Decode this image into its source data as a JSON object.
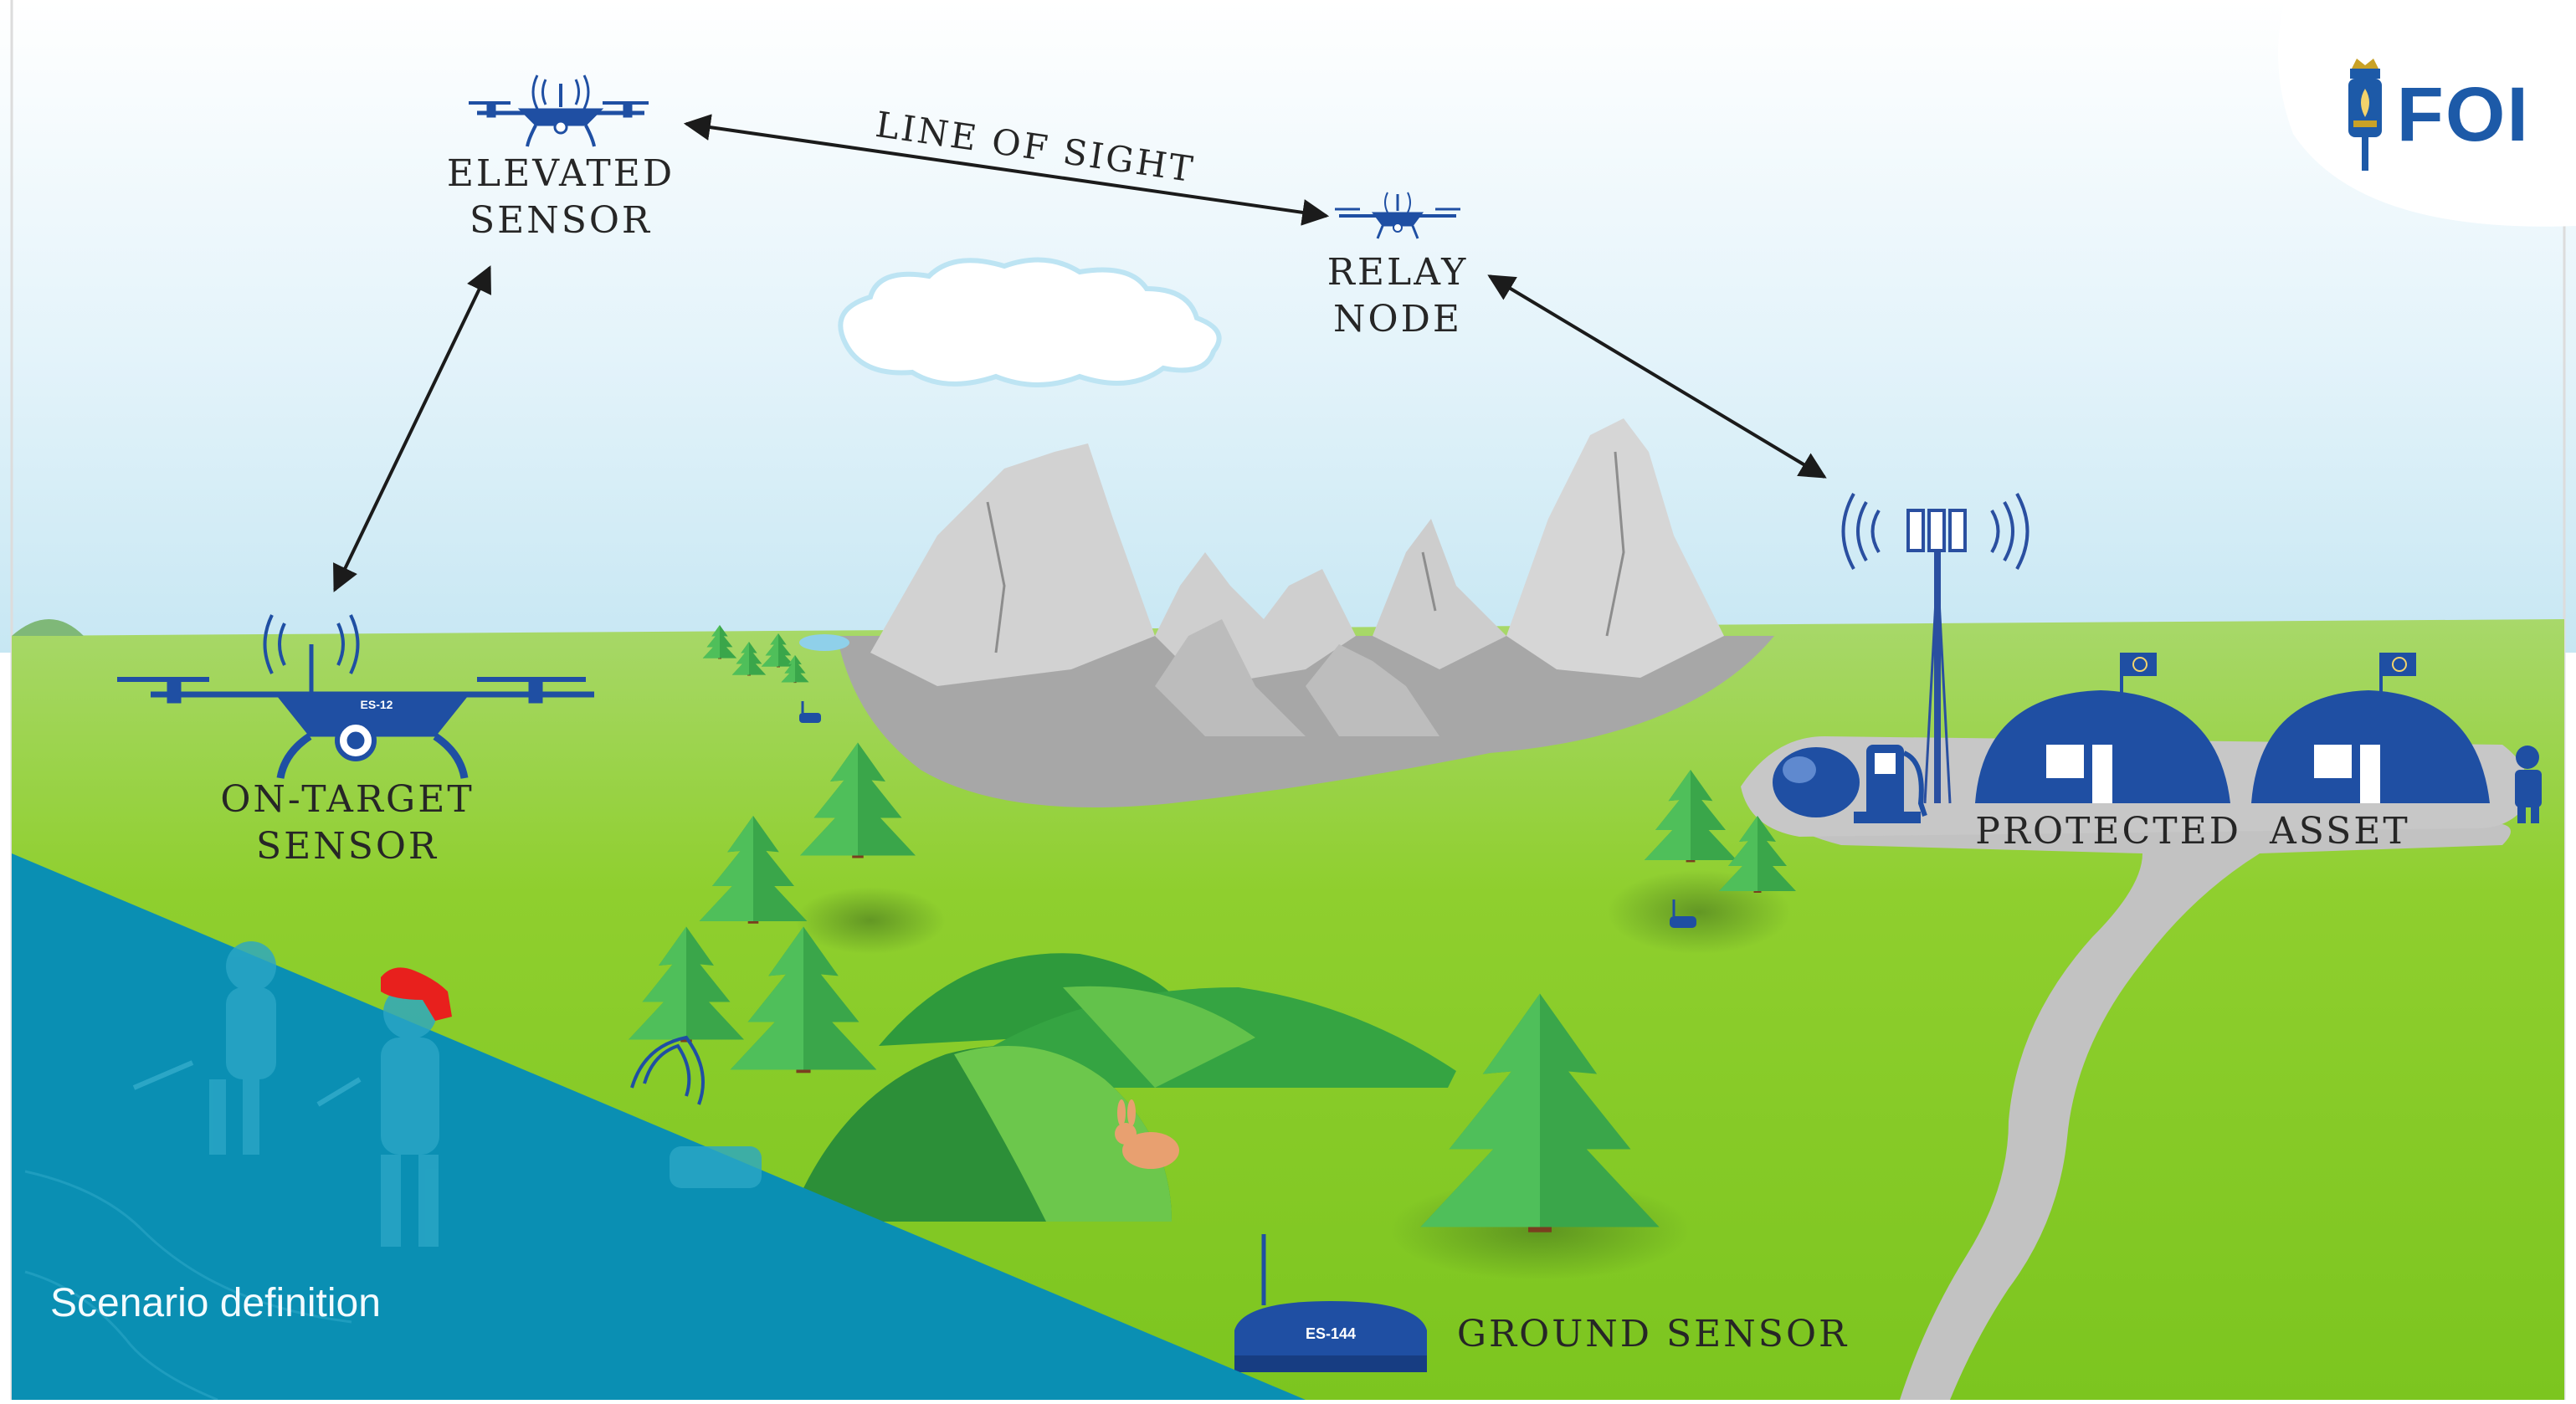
{
  "labels": {
    "elevated_line1": "ELEVATED",
    "elevated_line2": "SENSOR",
    "relay_line1": "RELAY",
    "relay_line2": "NODE",
    "line_of_sight": "LINE OF SIGHT",
    "on_target_line1": "ON-TARGET",
    "on_target_line2": "SENSOR",
    "protected_asset": "PROTECTED  ASSET",
    "ground_sensor": "GROUND SENSOR",
    "scenario": "Scenario definition"
  },
  "logo": {
    "text": "FOI"
  },
  "sensor_ids": {
    "on_target": "ES-12",
    "ground": "ES-144"
  },
  "colors": {
    "sky_top": "#ffffff",
    "sky_bottom": "#cdeaf5",
    "grass": "#8fcf2e",
    "sensor_blue": "#1f4fa3",
    "overlay_blue": "#0a8fb3",
    "tree": "#3aa64a",
    "mountain": "#c8c8c8",
    "road": "#bdbdbd"
  }
}
